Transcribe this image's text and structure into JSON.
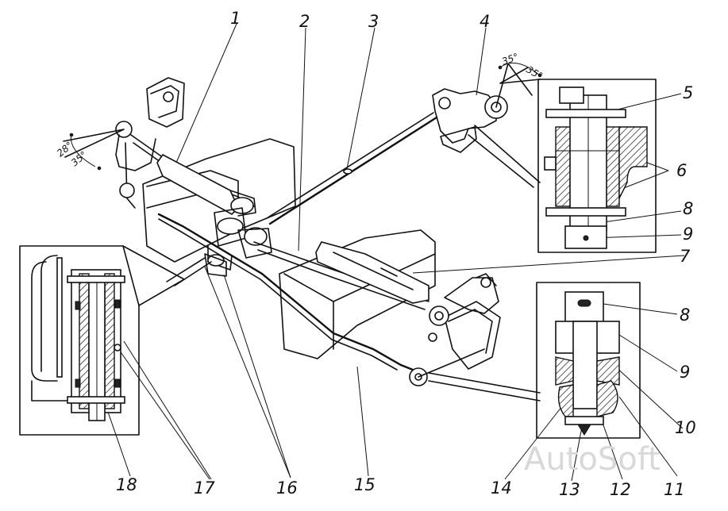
{
  "callouts": [
    "1",
    "2",
    "3",
    "4",
    "5",
    "6",
    "7",
    "8",
    "9",
    "10",
    "11",
    "12",
    "13",
    "14",
    "15",
    "16",
    "17",
    "18"
  ],
  "angles": {
    "left_upper": "28°",
    "left_lower": "35°",
    "right_left": "35°",
    "right_right": "35°"
  },
  "watermark": "AutoSoft"
}
